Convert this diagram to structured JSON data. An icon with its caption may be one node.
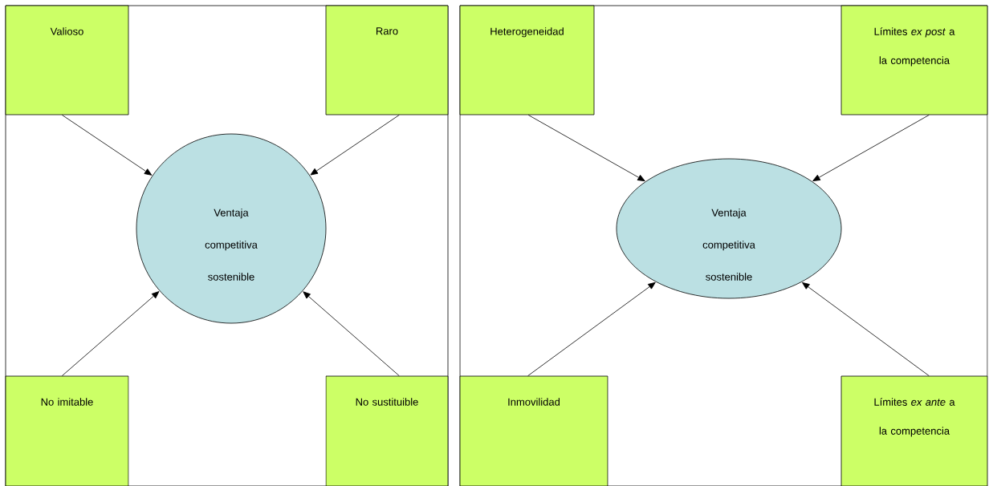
{
  "diagram": {
    "nodes": [
      {
        "text": [],
        "shape": "box"
      },
      {
        "text": [
          "Valioso"
        ],
        "in": 0
      },
      {
        "text": [
          "Raro"
        ],
        "in": 0
      },
      {
        "text": [
          "Ventaja competitiva sostenible"
        ],
        "in": 0
      },
      {
        "text": [
          "No imitable"
        ],
        "in": 0
      },
      {
        "text": [
          "No sustituible"
        ],
        "in": 0
      },
      {
        "text": [],
        "shape": "box"
      },
      {
        "text": [
          "Heterogeneidad"
        ],
        "in": 6
      },
      {
        "text": [
          "Límites *ex post* a la competencia"
        ],
        "in": 6
      },
      {
        "text": [
          "Ventaja competitiva sostenible"
        ],
        "in": 6
      },
      {
        "text": [
          "Inmovilidad"
        ],
        "in": 6
      },
      {
        "text": [
          "Límites *ex ante* a la competencia"
        ],
        "in": 6
      }
    ],
    "edges": [
      {
        "from": 1,
        "to": 3,
        "arrow": "to"
      },
      {
        "from": 2,
        "to": 3,
        "arrow": "to"
      },
      {
        "from": 4,
        "to": 3,
        "arrow": "to"
      },
      {
        "from": 5,
        "to": 3,
        "arrow": "to"
      },
      {
        "from": 7,
        "to": 9,
        "arrow": "to"
      },
      {
        "from": 8,
        "to": 9,
        "arrow": "to"
      },
      {
        "from": 10,
        "to": 9,
        "arrow": "to"
      },
      {
        "from": 11,
        "to": 9,
        "arrow": "to"
      }
    ]
  }
}
